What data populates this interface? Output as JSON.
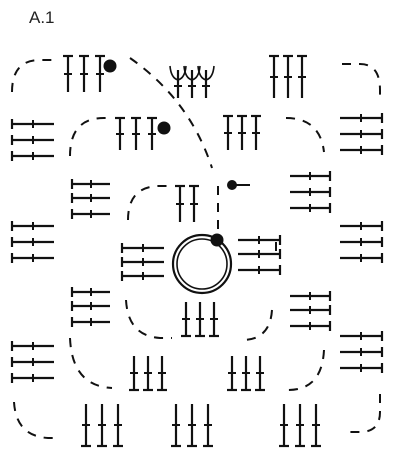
{
  "diagram": {
    "label": "A.1",
    "ink_color": "#111111",
    "symbols": {
      "treble": "treble-crochet-symbol",
      "bead": "slip-stitch-dot-symbol",
      "chain": "chain-stitch-dash-symbol",
      "center": "magic-ring-symbol",
      "cluster": "tulip-cluster-symbol"
    }
  }
}
